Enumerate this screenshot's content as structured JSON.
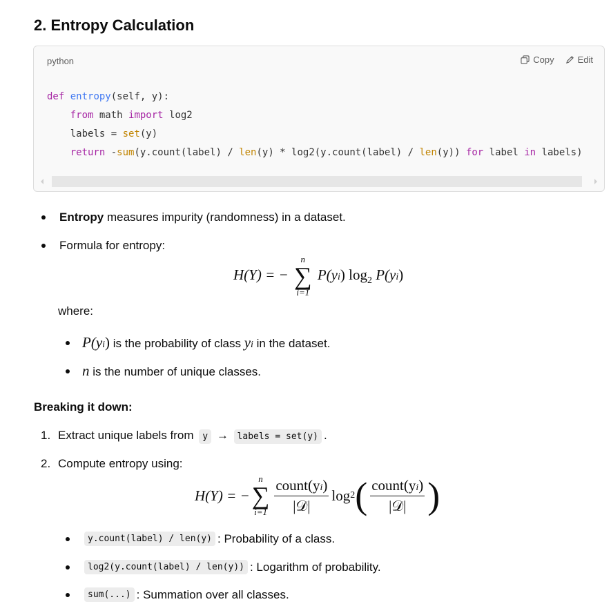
{
  "section": {
    "title": "2. Entropy Calculation"
  },
  "code": {
    "language": "python",
    "copy_label": "Copy",
    "edit_label": "Edit",
    "line1": {
      "kw": "def",
      "name": "entropy",
      "rest": "(self, y):"
    },
    "line2": {
      "kw1": "from",
      "mid": " math ",
      "kw2": "import",
      "rest": " log2"
    },
    "line3": {
      "pre": "labels = ",
      "fn": "set",
      "rest": "(y)"
    },
    "line4": {
      "kw": "return",
      "p1": " -",
      "f1": "sum",
      "p2": "(y.count(label) / ",
      "f2": "len",
      "p3": "(y) * log2(y.count(label) / ",
      "f3": "len",
      "p4": "(y)) ",
      "kw2": "for",
      "p5": " label ",
      "kw3": "in",
      "p6": " labels)"
    }
  },
  "bullets": {
    "entropy_bold": "Entropy",
    "entropy_text": " measures impurity (randomness) in a dataset.",
    "formula_label": "Formula for entropy:"
  },
  "formula1": {
    "lhs": "H(Y) = −",
    "upper": "n",
    "lower": "i=1",
    "rhs_p": "P(y",
    "rhs_sub": "i",
    "rhs_close": ") log",
    "log_base": "2",
    "rhs_p2": " P(y",
    "rhs_sub2": "i",
    "rhs_close2": ")"
  },
  "where": {
    "label": "where:",
    "item1_math": "P(y",
    "item1_sub": "i",
    "item1_close": ")",
    "item1_text": " is the probability of class ",
    "item1_var": "y",
    "item1_var_sub": "i",
    "item1_tail": " in the dataset.",
    "item2_var": "n",
    "item2_text": " is the number of unique classes."
  },
  "breakdown": {
    "title": "Breaking it down:",
    "step1_num": "1.",
    "step1_text": "Extract unique labels from ",
    "step1_code1": "y",
    "step1_arrow": " → ",
    "step1_code2": "labels = set(y)",
    "step1_tail": ".",
    "step2_num": "2.",
    "step2_text": "Compute entropy using:"
  },
  "formula2": {
    "lhs": "H(Y) = −",
    "upper": "n",
    "lower": "i=1",
    "num": "count(y",
    "num_sub": "i",
    "num_close": ")",
    "den": "|𝒟|",
    "log": "log",
    "log_base": "2"
  },
  "details": [
    {
      "code": "y.count(label) / len(y)",
      "text": ": Probability of a class."
    },
    {
      "code": "log2(y.count(label) / len(y))",
      "text": ": Logarithm of probability."
    },
    {
      "code": "sum(...)",
      "text": ": Summation over all classes."
    }
  ]
}
